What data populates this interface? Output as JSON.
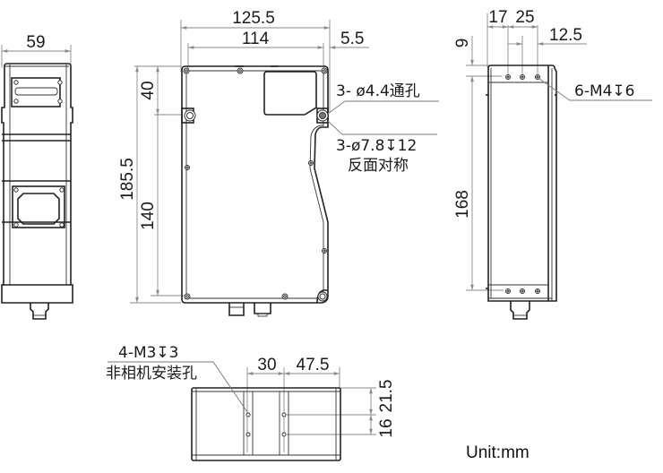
{
  "drawing": {
    "unit_label": "Unit:mm",
    "views": {
      "side_view_left": {
        "width_dim": "59"
      },
      "front_view": {
        "overall_width_dim": "125.5",
        "hole_spacing_dim": "114",
        "edge_offset_dim": "5.5",
        "overall_height_dim": "185.5",
        "upper_hole_dim": "40",
        "lower_hole_dim": "140",
        "callout_through_holes": "3- ø4.4通孔",
        "callout_counterbore": "3-ø7.8↧12",
        "callout_counterbore_note": "反面对称"
      },
      "side_view_right": {
        "dim_17": "17",
        "dim_25": "25",
        "dim_12_5": "12.5",
        "dim_9": "9",
        "dim_168": "168",
        "callout_threads": "6-M4↧6"
      },
      "bottom_view": {
        "dim_30": "30",
        "dim_47_5": "47.5",
        "dim_21_5": "21.5",
        "dim_16": "16",
        "callout_holes": "4-M3↧3",
        "callout_holes_note": "非相机安装孔"
      }
    }
  }
}
